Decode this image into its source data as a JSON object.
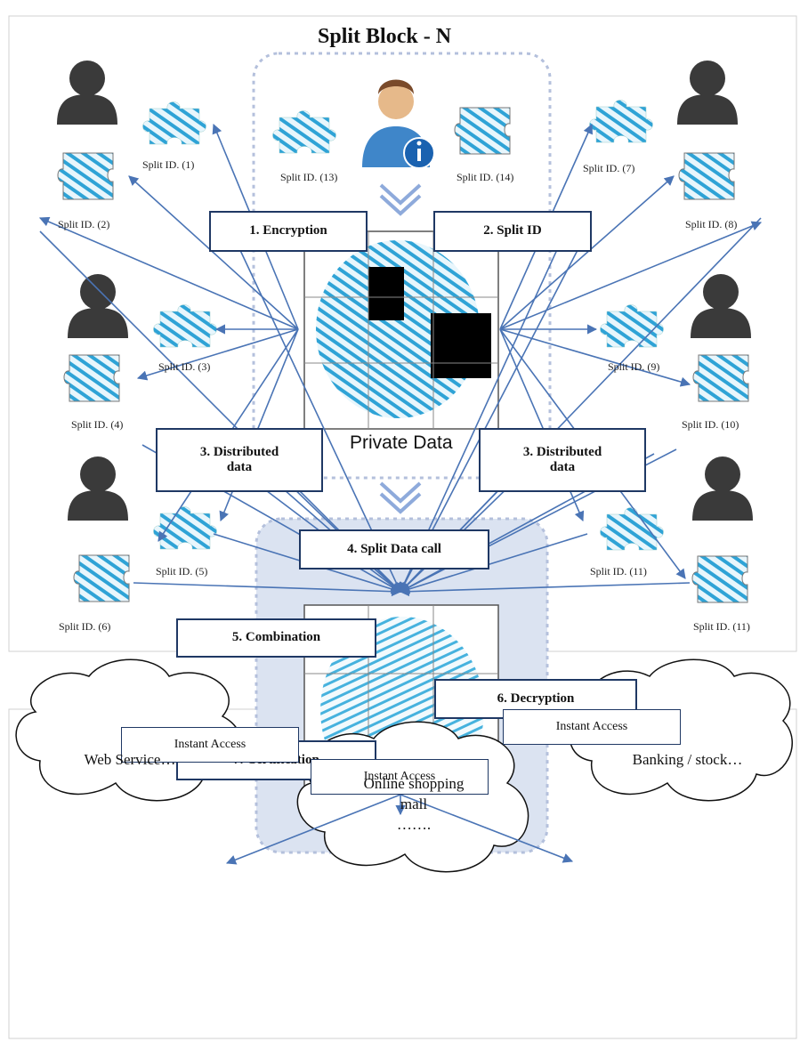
{
  "title": "Split Block - N",
  "steps": {
    "encryption": "1. Encryption",
    "split_id": "2. Split ID",
    "distributed_left_l1": "3. Distributed",
    "distributed_left_l2": "data",
    "distributed_right_l1": "3. Distributed",
    "distributed_right_l2": "data",
    "split_data_call": "4. Split Data call",
    "combination": "5. Combination",
    "decryption": "6. Decryption",
    "certification": "7. Certification"
  },
  "private_data": "Private Data",
  "split_ids": {
    "s1": "Split ID. (1)",
    "s2": "Split ID. (2)",
    "s3": "Split ID. (3)",
    "s4": "Split ID. (4)",
    "s5": "Split ID. (5)",
    "s6": "Split ID. (6)",
    "s7": "Split ID. (7)",
    "s8": "Split ID. (8)",
    "s9": "Split ID. (9)",
    "s10": "Split ID. (10)",
    "s11a": "Split ID. (11)",
    "s11b": "Split ID. (11)",
    "s13": "Split ID. (13)",
    "s14": "Split ID. (14)"
  },
  "access": {
    "left": "Instant Access",
    "center": "Instant Access",
    "right": "Instant Access"
  },
  "clouds": {
    "web": "Web Service…",
    "shop_l1": "Online shopping",
    "shop_l2": "mall",
    "shop_l3": "…….",
    "bank": "Banking / stock…"
  },
  "colors": {
    "arrow": "#4a74b5",
    "box_border": "#1f3864",
    "dashed_frame": "#b4c0dc",
    "shaded_frame": "#dbe3f1",
    "fingerprint": "#3aa8d8",
    "person": "#3a3a3a"
  }
}
